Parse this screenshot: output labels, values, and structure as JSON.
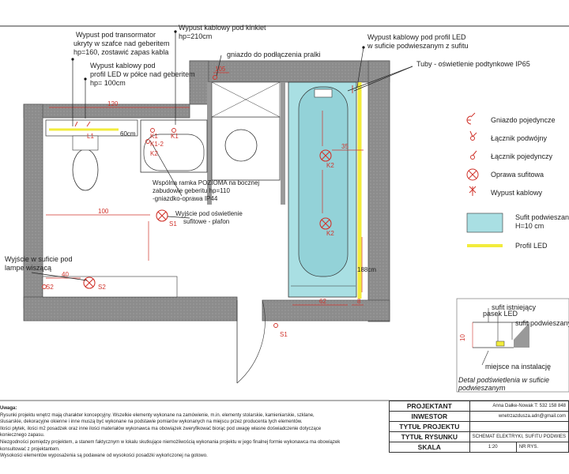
{
  "colors": {
    "wall": "#8c8c8c",
    "accent_red": "#d0342c",
    "led_yellow": "#f2ec3c",
    "soffit_fill": "#a9dfe3"
  },
  "plan_labels": {
    "transformer": [
      "Wypust pod transormator",
      "ukryty w szafce nad geberitem",
      "hp=160, zostawić zapas kabla"
    ],
    "sconce": [
      "Wypust kablowy pod kinkiet",
      "hp=210cm"
    ],
    "shelf_led": [
      "Wypust kablowy pod",
      "profil LED w półce nad geberitem",
      "hp= 100cm"
    ],
    "washer_socket": "gniazdo do podłączenia pralki",
    "led_soffit": [
      "Wypust kablowy pod profil LED",
      "w suficie podwieszanym z sufitu"
    ],
    "tubes": "Tuby - oświetlenie podtynkowe IP65",
    "frame": [
      "Wspólna ramka POZIOMA na bocznej",
      "zabudowie geberitu hp=110",
      "-gniazdko-oprawa IP44"
    ],
    "ceiling_outlet": [
      "Wyjście pod oświetlenie",
      "sufitowe - plafon"
    ],
    "pendant": [
      "Wyjście w suficie pod",
      "lampe wiszącą"
    ],
    "h180": "188cm"
  },
  "plan_marks": {
    "L1": "L1",
    "K1": "K1",
    "K12": "K1-2",
    "K2": "K2",
    "S1": "S1",
    "S2": "S2",
    "d60": "60cm",
    "d100": "100",
    "d62": "62",
    "d40": "40",
    "d120": "120",
    "d35": "35",
    "d105": "105",
    "d8": "8"
  },
  "legend": {
    "items": [
      "Gniazdo pojedyncze",
      "Łącznik podwójny",
      "Łącznik pojedynczy",
      "Oprawa sufitowa",
      "Wypust kablowy"
    ],
    "soffit": [
      "Sufit podwieszany",
      "H=10 cm"
    ],
    "led": "Profil LED"
  },
  "detail": {
    "labels": [
      "sufit istniejący",
      "pasek LED",
      "sufit podwieszany",
      "miejsce na instalację"
    ],
    "caption": [
      "Detal podświetlenia w suficie",
      "podwieszanym"
    ],
    "dim": "10"
  },
  "notes": [
    "Uwaga:",
    "Rysunki projektu wnętrz mają charakter koncepcyjny. Wszelkie elementy wykonane na zamówienie, m.in. elementy stolarskie, kamieniarskie, szklane,",
    "ślusarskie, dekoracyjne okienne i inne muszą być wykonane na podstawie pomiarów wykonanych na miejscu przez producenta tych elementów.",
    "Ilości płytek, ilości m2 posadzek oraz inne ilości materiałów wykonawca ma obowiązek zweryfikować biorąc pod uwagę własne doświadczenie dotyczące",
    "koniecznego zapasu.",
    "Niezgodności pomiędzy projektem, a stanem faktycznym w lokalu skutkujące niemożliwością wykonania projektu w jego finalnej formie wykonawca ma obowiązek",
    "konsultować z projektantem.",
    "Wysokości elementów wyposażenia są podawane od wysokości posadzki wykończonej na gotowo."
  ],
  "title_block": {
    "rows": [
      {
        "label": "PROJEKTANT",
        "value": "Anna Dałke-Nowak T: 532 158 848"
      },
      {
        "label": "INWESTOR",
        "value": "wnetrzazdusza.adn@gmail.com"
      },
      {
        "label": "TYTUŁ PROJEKTU",
        "value": ""
      },
      {
        "label": "TYTUŁ RYSUNKU",
        "value": "SCHEMAT ELEKTRYKI, SUFITU PODWIES"
      }
    ],
    "scale_label": "SKALA",
    "scale_value": "1:20",
    "sheet_label": "NR RYS."
  }
}
